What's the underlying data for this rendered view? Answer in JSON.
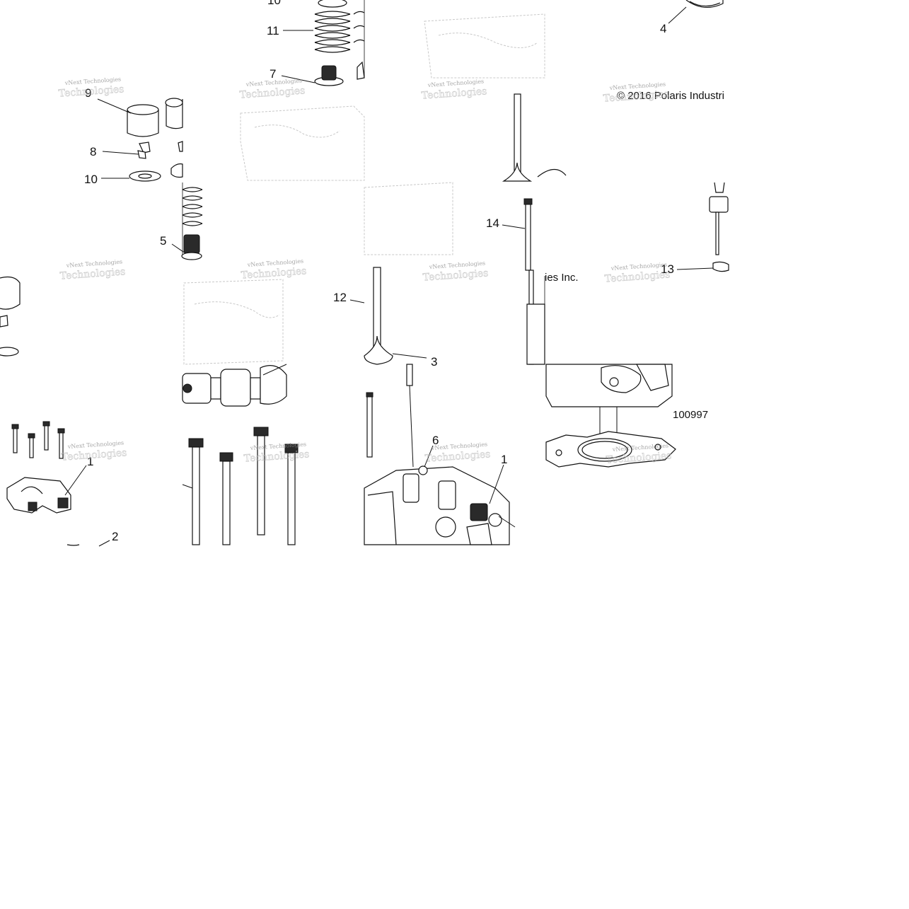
{
  "callouts": {
    "c10_top": "10",
    "c11": "11",
    "c7": "7",
    "c9": "9",
    "c8": "8",
    "c10": "10",
    "c4": "4",
    "c5": "5",
    "c14": "14",
    "c13": "13",
    "c12": "12",
    "c3": "3",
    "c6": "6",
    "c1_left": "1",
    "c1_right": "1",
    "c2": "2"
  },
  "copyright_text": "© 2016 Polaris Industri",
  "copyright_fragment": "ies Inc.",
  "reference_number": "100997",
  "watermark": {
    "line1": "vNext Technologies",
    "line2": "Technologies"
  },
  "colors": {
    "line": "#111111",
    "ghost": "#c8c8c8",
    "watermark": "#8a8a8a"
  }
}
